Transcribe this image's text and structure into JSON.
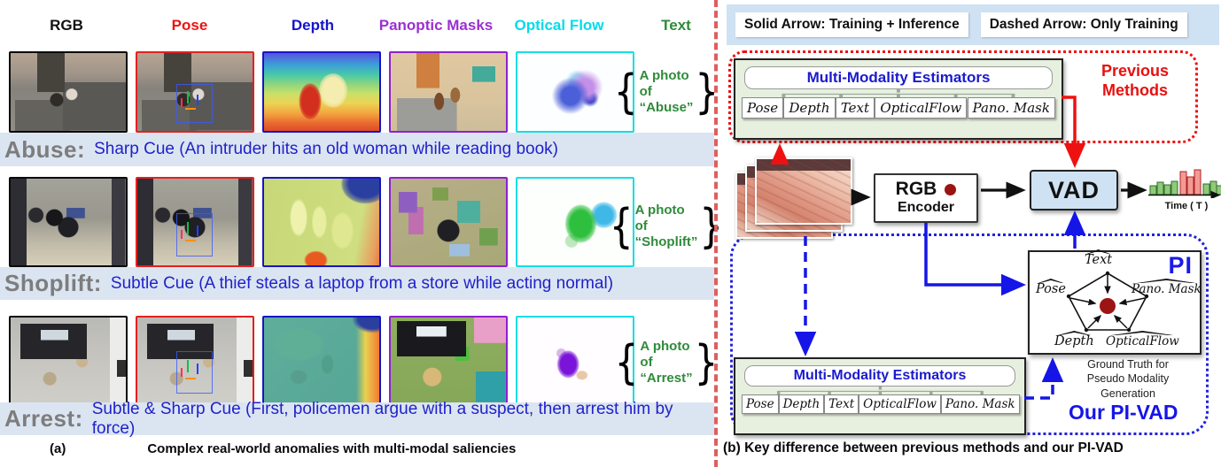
{
  "panel_a": {
    "column_headers": [
      {
        "label": "RGB",
        "color": "#111111"
      },
      {
        "label": "Pose",
        "color": "#ee1111"
      },
      {
        "label": "Depth",
        "color": "#1515cc"
      },
      {
        "label": "Panoptic Masks",
        "color": "#9b30d0"
      },
      {
        "label": "Optical Flow",
        "color": "#00dcec"
      },
      {
        "label": "Text",
        "color": "#2e8b3a"
      }
    ],
    "rows": [
      {
        "name": "Abuse",
        "label": "Abuse:",
        "cue": "Sharp Cue (An intruder hits an old woman while reading book)",
        "photo_line1": "A photo of",
        "photo_line2": "“Abuse”"
      },
      {
        "name": "Shoplift",
        "label": "Shoplift:",
        "cue": "Subtle Cue (A thief steals a laptop from a store while acting normal)",
        "photo_line1": "A photo of",
        "photo_line2": "“Shoplift”"
      },
      {
        "name": "Arrest",
        "label": "Arrest:",
        "cue": "Subtle & Sharp Cue (First, policemen argue with a suspect, then arrest him by force)",
        "photo_line1": "A photo of",
        "photo_line2": "“Arrest”"
      }
    ],
    "brace_open": "{",
    "brace_close": "}",
    "caption_index": "(a)",
    "caption": "Complex real-world anomalies with multi-modal saliencies"
  },
  "panel_b": {
    "legend": {
      "solid": "Solid Arrow: Training + Inference",
      "dashed": "Dashed  Arrow: Only Training"
    },
    "previous_methods": {
      "line1": "Previous",
      "line2": "Methods"
    },
    "estimators_title": "Multi-Modality Estimators",
    "modalities": [
      "Pose",
      "Depth",
      "Text",
      "OpticalFlow",
      "Pano. Mask"
    ],
    "encoder": {
      "line1": "RGB",
      "line2": "Encoder"
    },
    "vad_label": "VAD",
    "time_axis_label": "Time ( T )",
    "pi": {
      "label": "PI",
      "top": "Text",
      "left": "Pose",
      "right": "Pano. Mask",
      "bottom_left": "Depth",
      "bottom_right": "OpticalFlow"
    },
    "ground_truth_note": {
      "line1": "Ground Truth for",
      "line2": "Pseudo Modality",
      "line3": "Generation"
    },
    "our_method_label": "Our PI-VAD",
    "caption": "(b) Key difference between previous methods and our PI-VAD",
    "colors": {
      "solid_blue": "#1515e8",
      "arrow_red": "#ee1111",
      "vad_fill": "#cfe2f3",
      "estimator_fill": "#e7f0df",
      "legend_fill": "#cfe2f3",
      "center_dot": "#9c1414"
    }
  }
}
